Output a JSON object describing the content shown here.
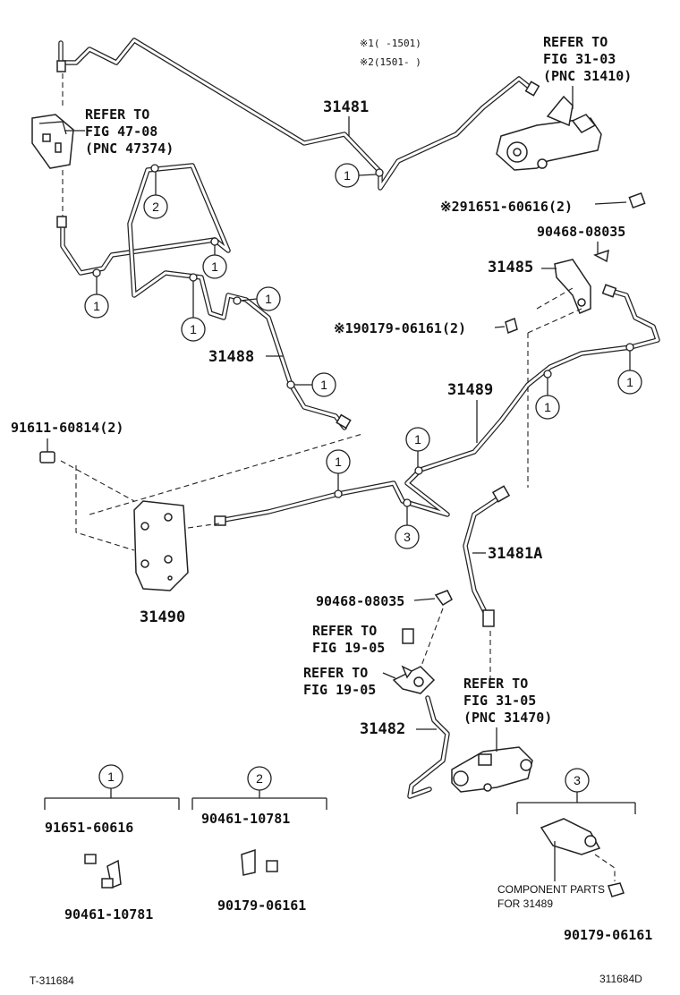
{
  "notes": {
    "note1": "※1(    -1501)",
    "note2": "※2(1501-    )"
  },
  "refs": {
    "fig3103": [
      "REFER TO",
      "FIG 31-03",
      "(PNC 31410)"
    ],
    "fig4708": [
      "REFER TO",
      "FIG 47-08",
      "(PNC 47374)"
    ],
    "fig1905a": [
      "REFER TO",
      "FIG 19-05"
    ],
    "fig1905b": [
      "REFER TO",
      "FIG 19-05"
    ],
    "fig3105": [
      "REFER TO",
      "FIG 31-05",
      "(PNC 31470)"
    ]
  },
  "parts": {
    "p31481": "31481",
    "p31485": "31485",
    "p31488": "31488",
    "p31489": "31489",
    "p31481A": "31481A",
    "p31490": "31490",
    "p31482": "31482",
    "bolt_note2": "※291651-60616(2)",
    "clip_top": "90468-08035",
    "nut_note1": "※190179-06161(2)",
    "bolt_left": "91611-60814(2)",
    "clip_mid": "90468-08035"
  },
  "callouts": {
    "c1": "1",
    "c2": "2",
    "c3": "3"
  },
  "groups": {
    "g1": {
      "num": "1",
      "a": "91651-60616",
      "b": "90461-10781"
    },
    "g2": {
      "num": "2",
      "a": "90461-10781",
      "b": "90179-06161"
    },
    "g3": {
      "num": "3",
      "comp1": "COMPONENT PARTS",
      "comp2": "FOR 31489",
      "b": "90179-06161"
    }
  },
  "footer": {
    "left": "T-311684",
    "right": "311684D"
  }
}
